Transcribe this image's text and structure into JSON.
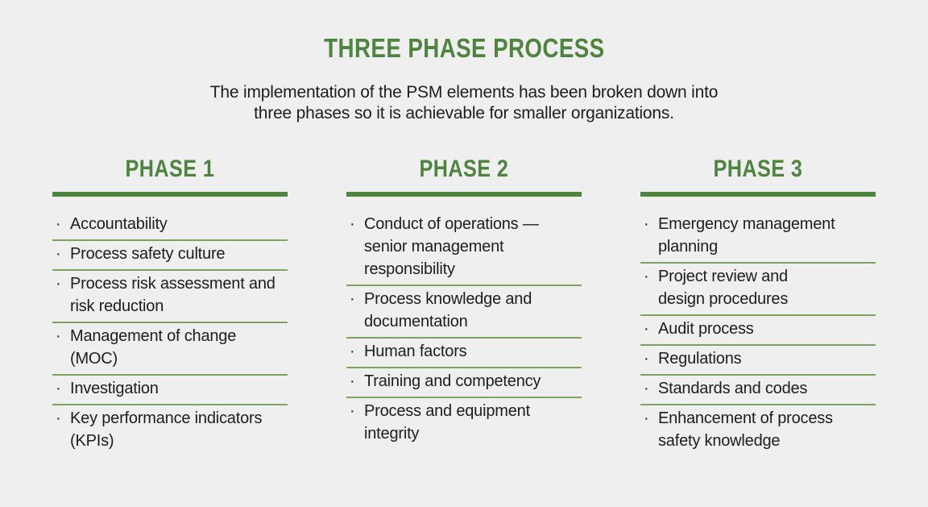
{
  "page": {
    "background_color": "#efefef",
    "accent_color": "#4e8340",
    "separator_color": "#7da35e",
    "text_color": "#1d1d1d"
  },
  "header": {
    "title": "THREE PHASE PROCESS",
    "subtitle_lines": [
      "The implementation of the PSM elements has been broken down into",
      "three phases so it is achievable for smaller organizations."
    ]
  },
  "list": {
    "bullet_glyph": "·"
  },
  "phases": [
    {
      "title": "PHASE 1",
      "items": [
        {
          "lines": [
            "Accountability"
          ]
        },
        {
          "lines": [
            "Process safety culture"
          ]
        },
        {
          "lines": [
            "Process risk assessment and",
            "risk reduction"
          ]
        },
        {
          "lines": [
            "Management of change",
            "(MOC)"
          ]
        },
        {
          "lines": [
            "Investigation"
          ]
        },
        {
          "lines": [
            "Key performance indicators",
            "(KPIs)"
          ]
        }
      ]
    },
    {
      "title": "PHASE 2",
      "items": [
        {
          "lines": [
            "Conduct of operations —",
            "senior management",
            "responsibility"
          ]
        },
        {
          "lines": [
            "Process knowledge and",
            "documentation"
          ]
        },
        {
          "lines": [
            "Human factors"
          ]
        },
        {
          "lines": [
            "Training and competency"
          ]
        },
        {
          "lines": [
            "Process and equipment",
            "integrity"
          ]
        }
      ]
    },
    {
      "title": "PHASE 3",
      "items": [
        {
          "lines": [
            "Emergency management",
            "planning"
          ]
        },
        {
          "lines": [
            "Project review and",
            "design procedures"
          ]
        },
        {
          "lines": [
            "Audit process"
          ]
        },
        {
          "lines": [
            "Regulations"
          ]
        },
        {
          "lines": [
            "Standards and codes"
          ]
        },
        {
          "lines": [
            "Enhancement of process",
            "safety knowledge"
          ]
        }
      ]
    }
  ]
}
